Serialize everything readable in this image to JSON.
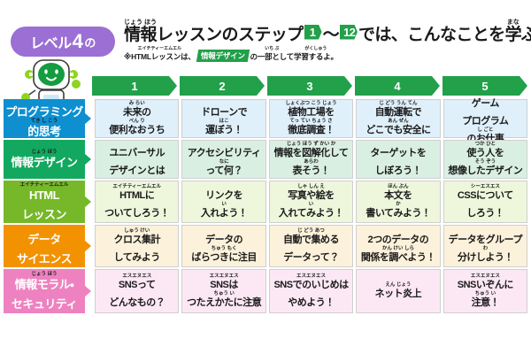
{
  "header": {
    "level_badge": {
      "prefix": "レベル",
      "number": "4",
      "suffix": "の"
    },
    "title_segments": [
      {
        "ruby": "",
        "text": "情報",
        "ruby_top": "じょう ほう"
      },
      {
        "ruby": "",
        "text": "レッスンのステップ"
      }
    ],
    "title_part1_ruby": "じょう ほう",
    "title_part1": "情報",
    "title_part2": "レッスンのステップ",
    "step_from": "1",
    "step_tilde": "～",
    "step_to": "12",
    "title_part3": "では、こんなことを",
    "title_learn_ruby": "まな",
    "title_learn": "学",
    "title_part4": "ぶよ。",
    "note_prefix_ruby": "エイチティーエムエル",
    "note_prefix": "※HTMLレッスンは、",
    "note_tag_ruby": "じょうほう",
    "note_tag": "情報デザイン",
    "note_mid_ruby": "いち ぶ",
    "note_mid": "の一部として",
    "note_end_ruby": "がくしゅう",
    "note_end": "学習するよ。",
    "mascot_name": "green-robot-mascot"
  },
  "columns": [
    {
      "label": "1"
    },
    {
      "label": "2"
    },
    {
      "label": "3"
    },
    {
      "label": "4"
    },
    {
      "label": "5"
    }
  ],
  "colors": {
    "purple_badge": "#9b6fd4",
    "green_accent": "#22a04a",
    "row1": "#0e8fd0",
    "row2": "#13a85f",
    "row3": "#76b82a",
    "row4": "#f39200",
    "row5": "#ee82c0",
    "row1_cell": "#dff0fb",
    "row2_cell": "#d9efe2",
    "row3_cell": "#eef6dc",
    "row4_cell": "#fcf1da",
    "row5_cell": "#fce8f4"
  },
  "rows": [
    {
      "category": {
        "lines": [
          {
            "ruby": "",
            "text": "プログラミング"
          },
          {
            "ruby": "てき し こう",
            "text": "的思考"
          }
        ]
      },
      "cells": [
        {
          "lines": [
            {
              "ruby": "み らい",
              "text": "未来の"
            },
            {
              "ruby": "べん り",
              "text": "便利なおうち"
            }
          ]
        },
        {
          "lines": [
            {
              "ruby": "",
              "text": "ドローンで"
            },
            {
              "ruby": "はこ",
              "text": "運ぼう！"
            }
          ]
        },
        {
          "lines": [
            {
              "ruby": "しょくぶつ こう じょう",
              "text": "植物工場を"
            },
            {
              "ruby": "てっ てい ちょう さ",
              "text": "徹底調査！"
            }
          ]
        },
        {
          "lines": [
            {
              "ruby": "じ どう うん てん",
              "text": "自動運転で"
            },
            {
              "ruby": "あん ぜん",
              "text": "どこでも安全に"
            }
          ]
        },
        {
          "lines": [
            {
              "ruby": "",
              "text": "ゲーム"
            },
            {
              "ruby": "",
              "text": "プログラム"
            },
            {
              "ruby": "し ごと",
              "text": "のお仕事"
            }
          ]
        }
      ]
    },
    {
      "category": {
        "lines": [
          {
            "ruby": "じょう ほう",
            "text": "情報デザイン"
          }
        ]
      },
      "cells": [
        {
          "lines": [
            {
              "ruby": "",
              "text": "ユニバーサル"
            },
            {
              "ruby": "",
              "text": "デザインとは"
            }
          ]
        },
        {
          "lines": [
            {
              "ruby": "",
              "text": "アクセシビリティ"
            },
            {
              "ruby": "なに",
              "text": "って何？"
            }
          ]
        },
        {
          "lines": [
            {
              "ruby": "じょう ほう ず かい か",
              "text": "情報を図解化して"
            },
            {
              "ruby": "あらわ",
              "text": "表そう！"
            }
          ]
        },
        {
          "lines": [
            {
              "ruby": "",
              "text": "ターゲットを"
            },
            {
              "ruby": "",
              "text": "しぼろう！"
            }
          ]
        },
        {
          "lines": [
            {
              "ruby": "つか ひと",
              "text": "使う人を"
            },
            {
              "ruby": "そう ぞう",
              "text": "想像したデザイン"
            }
          ]
        }
      ]
    },
    {
      "category": {
        "lines": [
          {
            "ruby": "エイチティーエムエル",
            "text": "HTML"
          },
          {
            "ruby": "",
            "text": "レッスン"
          }
        ]
      },
      "cells": [
        {
          "lines": [
            {
              "ruby": "エイチティーエムエル",
              "text": "HTMLに"
            },
            {
              "ruby": "",
              "text": "ついてしろう！"
            }
          ]
        },
        {
          "lines": [
            {
              "ruby": "",
              "text": "リンクを"
            },
            {
              "ruby": "い",
              "text": "入れよう！"
            }
          ]
        },
        {
          "lines": [
            {
              "ruby": "しゃ しん え",
              "text": "写真や絵を"
            },
            {
              "ruby": "い",
              "text": "入れてみよう！"
            }
          ]
        },
        {
          "lines": [
            {
              "ruby": "ほん ぶん",
              "text": "本文を"
            },
            {
              "ruby": "か",
              "text": "書いてみよう！"
            }
          ]
        },
        {
          "lines": [
            {
              "ruby": "シーエスエス",
              "text": "CSSについて"
            },
            {
              "ruby": "",
              "text": "しろう！"
            }
          ]
        }
      ]
    },
    {
      "category": {
        "lines": [
          {
            "ruby": "",
            "text": "データ"
          },
          {
            "ruby": "",
            "text": "サイエンス"
          }
        ]
      },
      "cells": [
        {
          "lines": [
            {
              "ruby": "しゅう けい",
              "text": "クロス集計"
            },
            {
              "ruby": "",
              "text": "してみよう"
            }
          ]
        },
        {
          "lines": [
            {
              "ruby": "",
              "text": "データの"
            },
            {
              "ruby": "ちゅう もく",
              "text": "ばらつきに注目"
            }
          ]
        },
        {
          "lines": [
            {
              "ruby": "じ どう あつ",
              "text": "自動で集める"
            },
            {
              "ruby": "",
              "text": "データって？"
            }
          ]
        },
        {
          "lines": [
            {
              "ruby": "",
              "text": "2つのデータの"
            },
            {
              "ruby": "かん けい しら",
              "text": "関係を調べよう！"
            }
          ]
        },
        {
          "lines": [
            {
              "ruby": "",
              "text": "データをグループ"
            },
            {
              "ruby": "わ",
              "text": "分けしよう！"
            }
          ]
        }
      ]
    },
    {
      "category": {
        "lines": [
          {
            "ruby": "じょう ほう",
            "text": "情報モラル・"
          },
          {
            "ruby": "",
            "text": "セキュリティ"
          }
        ]
      },
      "cells": [
        {
          "lines": [
            {
              "ruby": "エスエヌエス",
              "text": "SNSって"
            },
            {
              "ruby": "",
              "text": "どんなもの？"
            }
          ]
        },
        {
          "lines": [
            {
              "ruby": "エスエヌエス",
              "text": "SNSは"
            },
            {
              "ruby": "ちゅう い",
              "text": "つたえかたに注意"
            }
          ]
        },
        {
          "lines": [
            {
              "ruby": "エスエヌエス",
              "text": "SNSでのいじめは"
            },
            {
              "ruby": "",
              "text": "やめよう！"
            }
          ]
        },
        {
          "lines": [
            {
              "ruby": "えん じょう",
              "text": "ネット炎上"
            }
          ]
        },
        {
          "lines": [
            {
              "ruby": "エスエヌエス",
              "text": "SNSいぞんに"
            },
            {
              "ruby": "ちゅう い",
              "text": "注意！"
            }
          ]
        }
      ]
    }
  ]
}
